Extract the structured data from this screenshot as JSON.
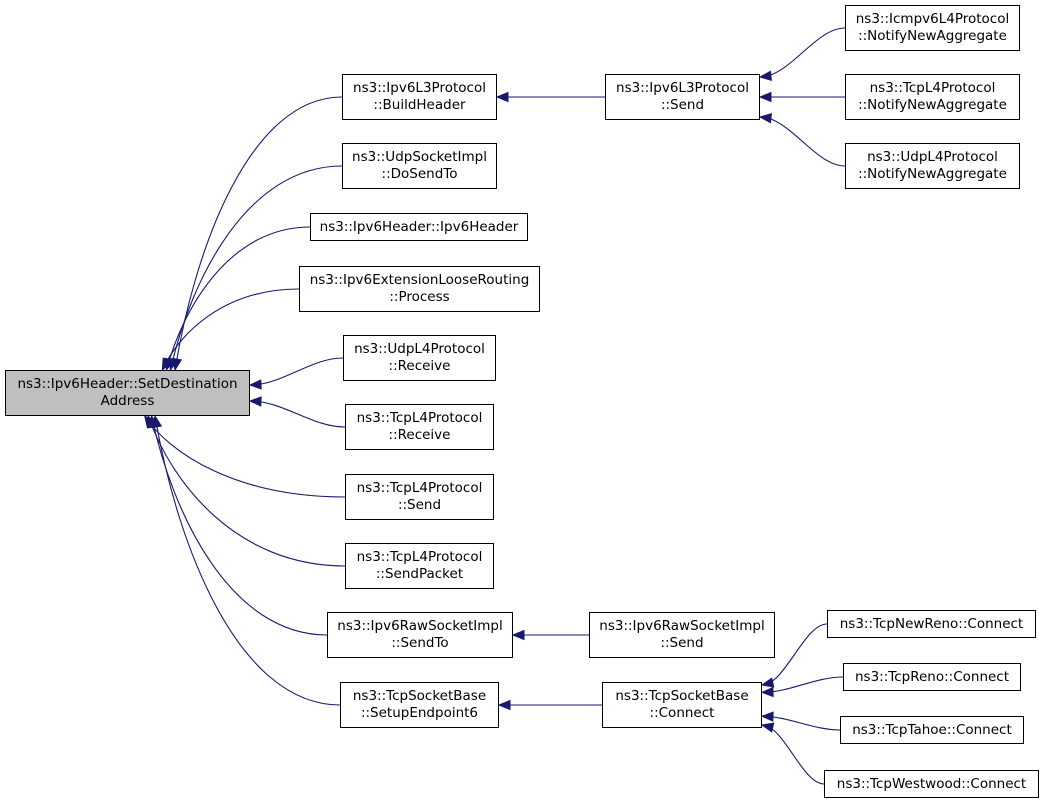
{
  "colors": {
    "edge": "#191970",
    "root_fill": "#bfbfbf",
    "node_fill": "#ffffff",
    "border": "#000000"
  },
  "nodes": {
    "root": [
      "ns3::Ipv6Header::SetDestination",
      "Address"
    ],
    "ipv6l3_buildheader": [
      "ns3::Ipv6L3Protocol",
      "::BuildHeader"
    ],
    "udpsocketimpl_dosendto": [
      "ns3::UdpSocketImpl",
      "::DoSendTo"
    ],
    "ipv6header_ctor": [
      "ns3::Ipv6Header::Ipv6Header"
    ],
    "ipv6extlooserouting_process": [
      "ns3::Ipv6ExtensionLooseRouting",
      "::Process"
    ],
    "udpl4_receive": [
      "ns3::UdpL4Protocol",
      "::Receive"
    ],
    "tcpl4_receive": [
      "ns3::TcpL4Protocol",
      "::Receive"
    ],
    "tcpl4_send": [
      "ns3::TcpL4Protocol",
      "::Send"
    ],
    "tcpl4_sendpacket": [
      "ns3::TcpL4Protocol",
      "::SendPacket"
    ],
    "ipv6rawsocketimpl_sendto": [
      "ns3::Ipv6RawSocketImpl",
      "::SendTo"
    ],
    "tcpsocketbase_setupendpoint6": [
      "ns3::TcpSocketBase",
      "::SetupEndpoint6"
    ],
    "ipv6l3_send": [
      "ns3::Ipv6L3Protocol",
      "::Send"
    ],
    "ipv6rawsocketimpl_send": [
      "ns3::Ipv6RawSocketImpl",
      "::Send"
    ],
    "tcpsocketbase_connect": [
      "ns3::TcpSocketBase",
      "::Connect"
    ],
    "icmpv6l4_notifynewaggregate": [
      "ns3::Icmpv6L4Protocol",
      "::NotifyNewAggregate"
    ],
    "tcpl4_notifynewaggregate": [
      "ns3::TcpL4Protocol",
      "::NotifyNewAggregate"
    ],
    "udpl4_notifynewaggregate": [
      "ns3::UdpL4Protocol",
      "::NotifyNewAggregate"
    ],
    "tcpnewreno_connect": [
      "ns3::TcpNewReno::Connect"
    ],
    "tcpreno_connect": [
      "ns3::TcpReno::Connect"
    ],
    "tcptahoe_connect": [
      "ns3::TcpTahoe::Connect"
    ],
    "tcpwestwood_connect": [
      "ns3::TcpWestwood::Connect"
    ]
  },
  "edges": [
    [
      "ipv6l3_buildheader",
      "root"
    ],
    [
      "udpsocketimpl_dosendto",
      "root"
    ],
    [
      "ipv6header_ctor",
      "root"
    ],
    [
      "ipv6extlooserouting_process",
      "root"
    ],
    [
      "udpl4_receive",
      "root"
    ],
    [
      "tcpl4_receive",
      "root"
    ],
    [
      "tcpl4_send",
      "root"
    ],
    [
      "tcpl4_sendpacket",
      "root"
    ],
    [
      "ipv6rawsocketimpl_sendto",
      "root"
    ],
    [
      "tcpsocketbase_setupendpoint6",
      "root"
    ],
    [
      "ipv6l3_send",
      "ipv6l3_buildheader"
    ],
    [
      "ipv6rawsocketimpl_send",
      "ipv6rawsocketimpl_sendto"
    ],
    [
      "tcpsocketbase_connect",
      "tcpsocketbase_setupendpoint6"
    ],
    [
      "icmpv6l4_notifynewaggregate",
      "ipv6l3_send"
    ],
    [
      "tcpl4_notifynewaggregate",
      "ipv6l3_send"
    ],
    [
      "udpl4_notifynewaggregate",
      "ipv6l3_send"
    ],
    [
      "tcpnewreno_connect",
      "tcpsocketbase_connect"
    ],
    [
      "tcpreno_connect",
      "tcpsocketbase_connect"
    ],
    [
      "tcptahoe_connect",
      "tcpsocketbase_connect"
    ],
    [
      "tcpwestwood_connect",
      "tcpsocketbase_connect"
    ]
  ]
}
